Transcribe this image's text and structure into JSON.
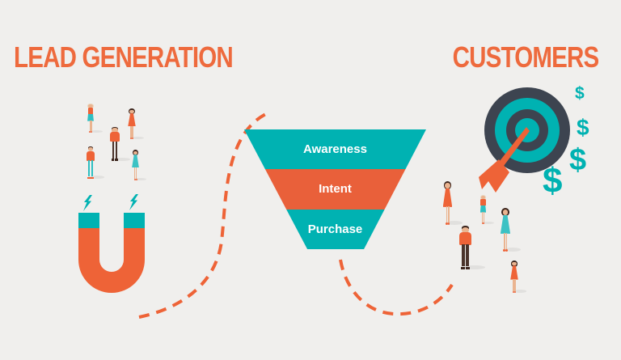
{
  "palette": {
    "background": "#f0efed",
    "orange": "#ee6337",
    "orange_title": "#ee6a3d",
    "teal": "#00b2b2",
    "teal_light": "#2ebfc2",
    "dark": "#3d4450",
    "white": "#ffffff"
  },
  "titles": {
    "left": "LEAD GENERATION",
    "right": "CUSTOMERS"
  },
  "funnel": {
    "stages": [
      {
        "label": "Awareness",
        "color": "#00b2b2"
      },
      {
        "label": "Intent",
        "color": "#e9603a"
      },
      {
        "label": "Purchase",
        "color": "#00b2b2"
      }
    ]
  },
  "currency": {
    "symbol": "$"
  }
}
